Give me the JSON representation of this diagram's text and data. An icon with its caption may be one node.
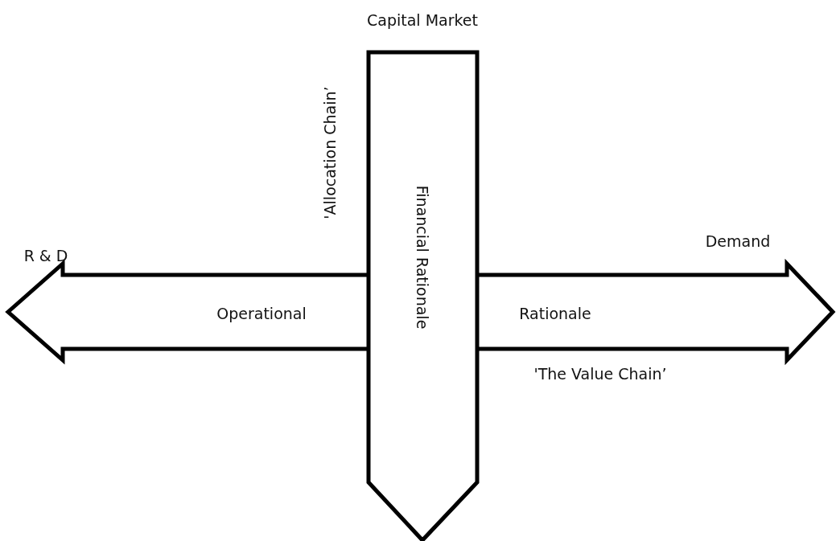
{
  "diagram": {
    "nodes": [
      {
        "text": [
          "Capital Market",
          "Financial Rationale"
        ]
      },
      {
        "text": [
          "Operational",
          "Rationale"
        ],
        "beside": [
          "R & D",
          "Demand"
        ]
      }
    ],
    "labels": [
      "'Allocation Chain’",
      "'The Value Chain’"
    ]
  }
}
